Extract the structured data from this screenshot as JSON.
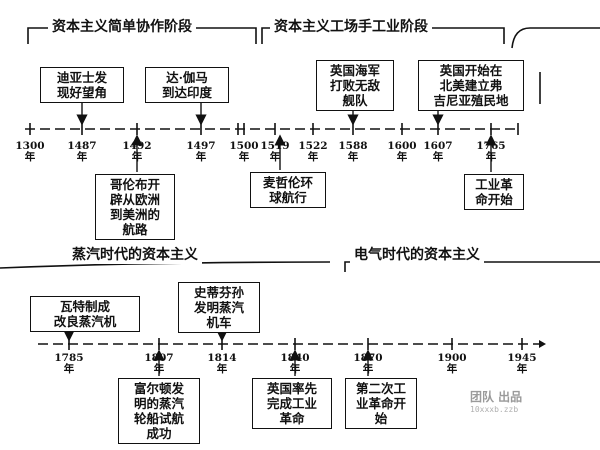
{
  "rows": [
    {
      "id": "row1",
      "periods": [
        {
          "title": "资本主义简单协作阶段"
        },
        {
          "title": "资本主义工场手工业阶段"
        }
      ],
      "ticks": [
        {
          "year": "1300",
          "unit": "年"
        },
        {
          "year": "1487",
          "unit": "年"
        },
        {
          "year": "1492",
          "unit": "年"
        },
        {
          "year": "1497",
          "unit": "年"
        },
        {
          "year": "1500",
          "unit": "年"
        },
        {
          "year": "1519",
          "unit": "年"
        },
        {
          "year": "1522",
          "unit": "年"
        },
        {
          "year": "1588",
          "unit": "年"
        },
        {
          "year": "1600",
          "unit": "年"
        },
        {
          "year": "1607",
          "unit": "年"
        },
        {
          "year": "1765",
          "unit": "年"
        }
      ],
      "events": [
        {
          "text": "迪亚士发\n现好望角"
        },
        {
          "text": "达·伽马\n到达印度"
        },
        {
          "text": "英国海军\n打败无敌\n舰队"
        },
        {
          "text": "英国开始在\n北美建立弗\n吉尼亚殖民地"
        },
        {
          "text": "哥伦布开\n辟从欧洲\n到美洲的\n航路"
        },
        {
          "text": "麦哲伦环\n球航行"
        },
        {
          "text": "工业革\n命开始"
        }
      ]
    },
    {
      "id": "row2",
      "periods": [
        {
          "title": "蒸汽时代的资本主义"
        },
        {
          "title": "电气时代的资本主义"
        }
      ],
      "ticks": [
        {
          "year": "1785",
          "unit": "年"
        },
        {
          "year": "1807",
          "unit": "年"
        },
        {
          "year": "1814",
          "unit": "年"
        },
        {
          "year": "1840",
          "unit": "年"
        },
        {
          "year": "1870",
          "unit": "年"
        },
        {
          "year": "1900",
          "unit": "年"
        },
        {
          "year": "1945",
          "unit": "年"
        }
      ],
      "events": [
        {
          "text": "瓦特制成\n改良蒸汽机"
        },
        {
          "text": "史蒂芬孙\n发明蒸汽\n机车"
        },
        {
          "text": "富尔顿发\n明的蒸汽\n轮船试航\n成功"
        },
        {
          "text": "英国率先\n完成工业\n革命"
        },
        {
          "text": "第二次工\n业革命开\n始"
        }
      ]
    }
  ],
  "watermark": {
    "text": "团队 出品",
    "sub": "10xxxb.zzb"
  }
}
